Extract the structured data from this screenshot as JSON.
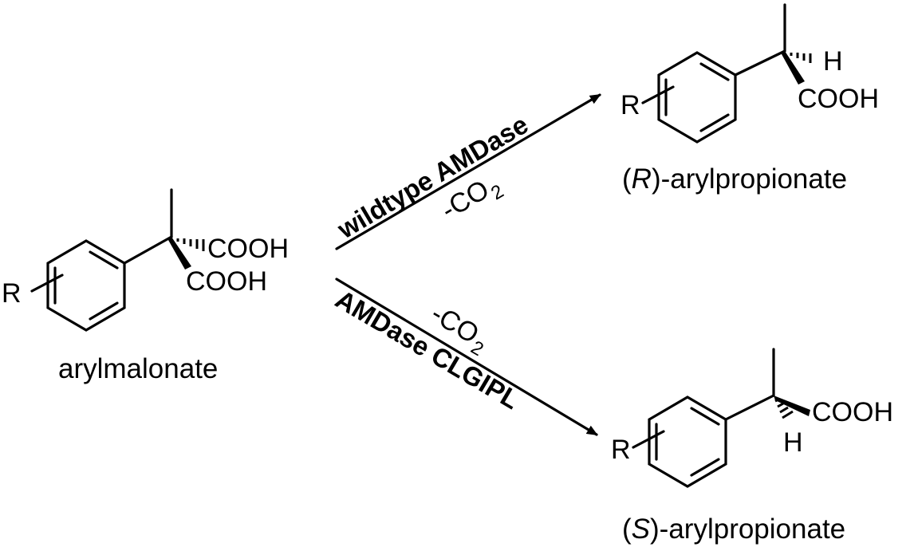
{
  "substrate": {
    "r_group": "R",
    "cooh_upper": "COOH",
    "cooh_lower": "COOH",
    "name": "arylmalonate"
  },
  "reaction_top": {
    "enzyme": "wildtype AMDase",
    "byproduct": "-CO",
    "byproduct_subscript": "2"
  },
  "reaction_bottom": {
    "enzyme": "AMDase CLGIPL",
    "byproduct": "-CO",
    "byproduct_subscript": "2"
  },
  "product_r": {
    "r_group": "R",
    "h_label": "H",
    "cooh": "COOH",
    "config": "R",
    "name_suffix": ")-arylpropionate",
    "name_prefix": "("
  },
  "product_s": {
    "r_group": "R",
    "h_label": "H",
    "cooh": "COOH",
    "config": "S",
    "name_suffix": ")-arylpropionate",
    "name_prefix": "("
  }
}
